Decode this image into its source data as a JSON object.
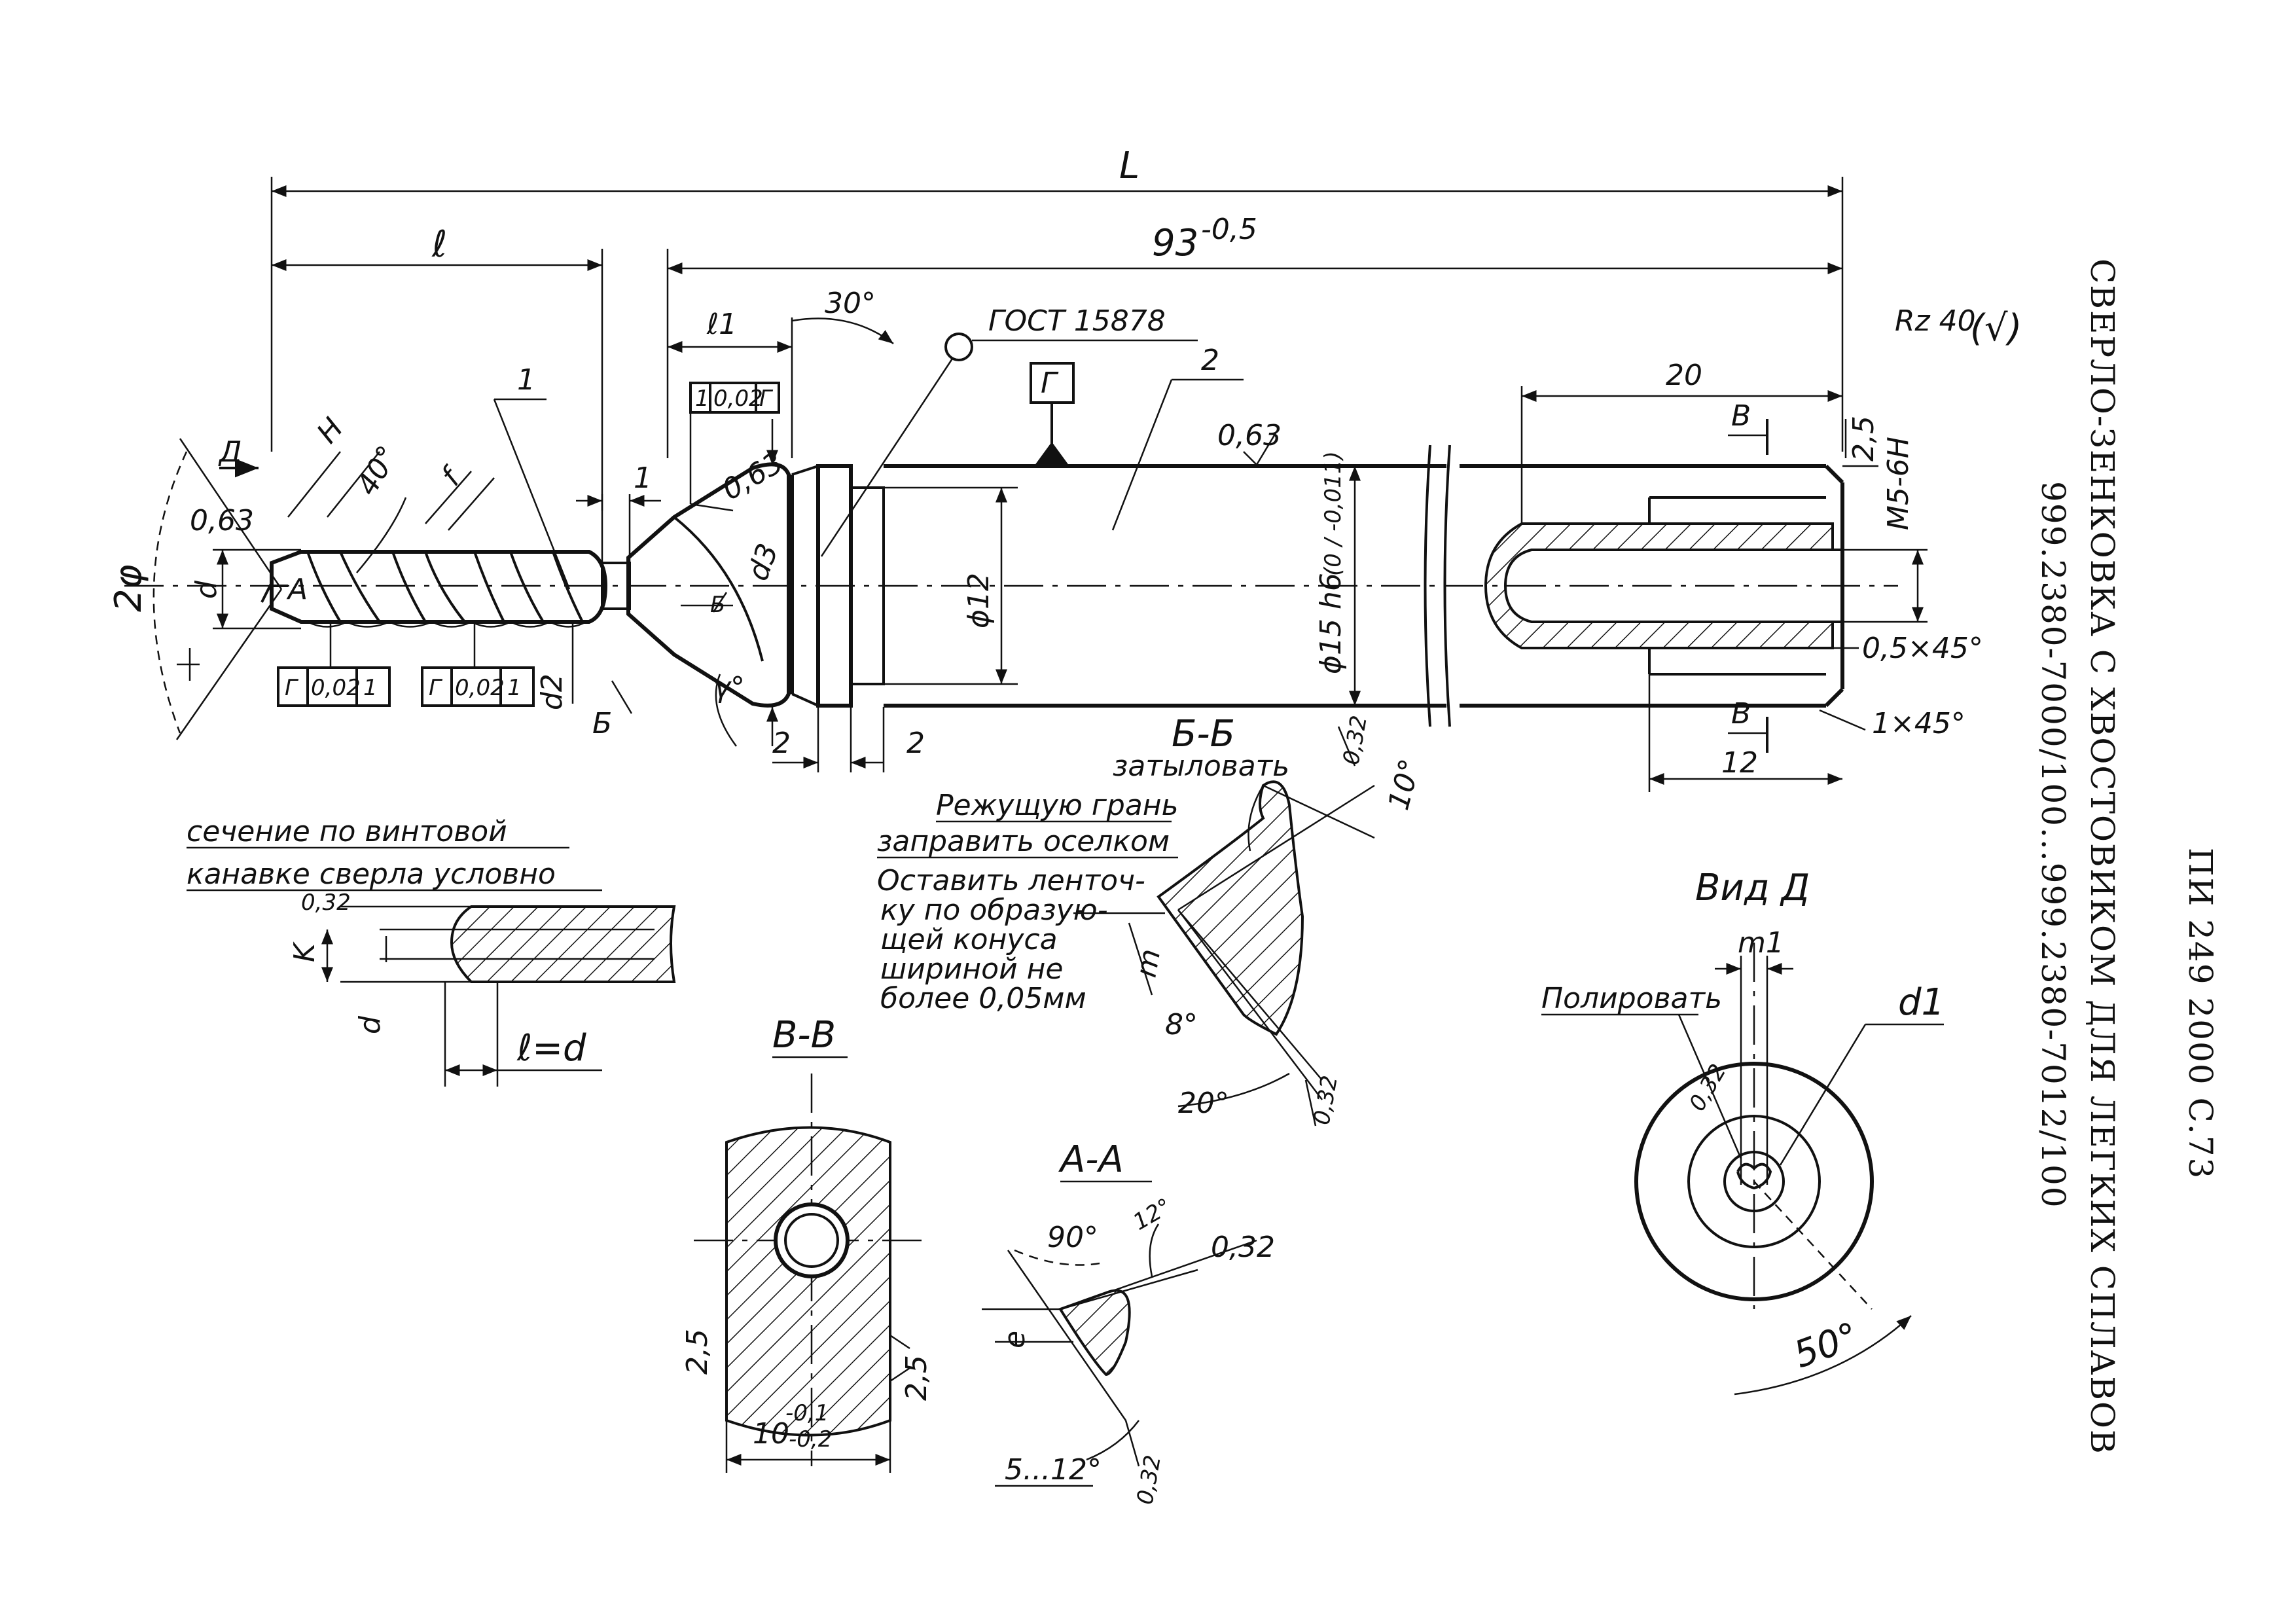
{
  "title": {
    "line1": "СВЕРЛО-ЗЕНКОВКА С ХВОСТОВИКОМ ДЛЯ ЛЕГКИХ СПЛАВОВ",
    "line2": "999.2380-7000/100...999.2380-7012/100",
    "doc_code": "ПИ 249 2000 С.73"
  },
  "dimensions": {
    "overall_length": "L",
    "length_93": "93",
    "length_93_tol": "-0,5",
    "drill_length": "ℓ",
    "l1": "ℓ1",
    "angle_30": "30°",
    "gost": "ГОСТ 15878",
    "datum_g": "Г",
    "callout_1": "1",
    "callout_2": "2",
    "rough_063": "0,63",
    "rough_main": "Rz 40",
    "rough_main_paren": "(√)",
    "d12": "ϕ12",
    "d15": "ϕ15 h6",
    "d15_tol": "(0 / -0,011)",
    "len_20": "20",
    "thread": "M5-6H",
    "thread_dim": "2,5",
    "chamfer_05": "0,5×45°",
    "chamfer_1": "1×45°",
    "len_12": "12",
    "section_v": "В",
    "dim_2a": "2",
    "dim_2b": "2",
    "dim_1": "1",
    "d3": "d3",
    "d2": "d2",
    "gamma": "γ°",
    "two_phi": "2φ",
    "d": "d",
    "f": "f",
    "H": "H",
    "angle_40": "40°",
    "A": "А",
    "D_view": "Д",
    "B_mark": "Б",
    "tol_frame_1a": "Г",
    "tol_frame_1b": "0,02",
    "tol_frame_1c": "1",
    "tol_top_a": "1",
    "tol_top_b": "0,02",
    "tol_top_c": "Г",
    "tol_frame_2a": "Г",
    "tol_frame_2b": "0,02",
    "tol_frame_2c": "1"
  },
  "section_groove": {
    "caption_1": "сечение по винтовой",
    "caption_2": "канавке сверла условно",
    "rough": "0,32",
    "K": "K",
    "d": "d",
    "l_eq_d": "ℓ=d"
  },
  "section_bb": {
    "title": "Б-Б",
    "note_relief": "затыловать",
    "note_1": "Режущую грань",
    "note_2": "заправить оселком",
    "note_3": "Оставить ленточ-",
    "note_4": "ку по образую-",
    "note_5": "щей конуса",
    "note_6": "шириной не",
    "note_7": "более 0,05мм",
    "rough_top": "0,32",
    "angle_10": "10°",
    "m": "m",
    "angle_8": "8°",
    "angle_20": "20°",
    "rough_bot": "0,32"
  },
  "section_vv": {
    "title": "В-В",
    "dim_25a": "2,5",
    "dim_25b": "2,5",
    "width": "10",
    "width_tol_up": "-0,1",
    "width_tol_lo": "-0,2"
  },
  "section_aa": {
    "title": "А-А",
    "angle_90": "90°",
    "angle_12": "12°",
    "rough_top": "0,32",
    "e": "e",
    "angle_range": "5...12°",
    "rough_bot": "0,32"
  },
  "view_d": {
    "title": "Вид Д",
    "m1": "m1",
    "polish": "Полировать",
    "d1": "d1",
    "rough": "0,32",
    "angle_50": "50°"
  }
}
